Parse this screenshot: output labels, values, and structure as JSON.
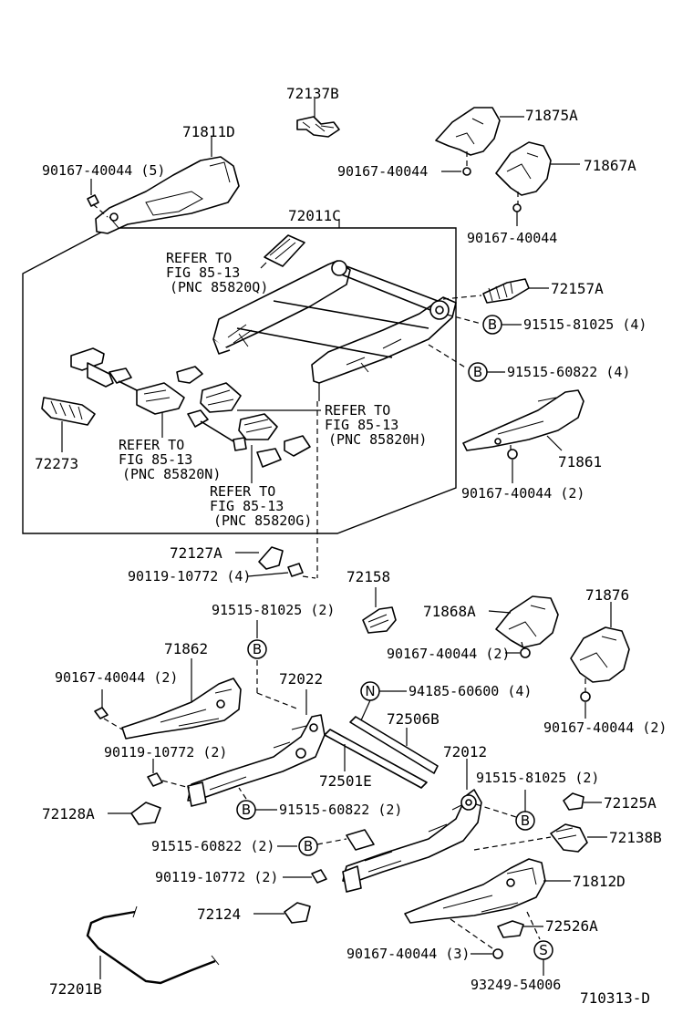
{
  "labels": {
    "p72137B": "72137B",
    "p71811D": "71811D",
    "p71875A": "71875A",
    "p71867A": "71867A",
    "b90167_5": "90167-40044 (5)",
    "b90167_a": "90167-40044",
    "b90167_b": "90167-40044",
    "p72011C": "72011C",
    "ref1_a": "REFER TO",
    "ref1_b": "FIG 85-13",
    "ref1_c": "(PNC 85820Q)",
    "p72157A": "72157A",
    "b91515_81025_4": "91515-81025 (4)",
    "b91515_60822_4": "91515-60822 (4)",
    "ref2_a": "REFER TO",
    "ref2_b": "FIG 85-13",
    "ref2_c": "(PNC 85820H)",
    "ref3_a": "REFER TO",
    "ref3_b": "FIG 85-13",
    "ref3_c": "(PNC 85820N)",
    "ref4_a": "REFER TO",
    "ref4_b": "FIG 85-13",
    "ref4_c": "(PNC 85820G)",
    "p72273": "72273",
    "p71861": "71861",
    "b90167_2a": "90167-40044 (2)",
    "p72127A": "72127A",
    "b90119_4": "90119-10772 (4)",
    "p72158": "72158",
    "b91515_81025_2a": "91515-81025 (2)",
    "p71868A": "71868A",
    "p71876": "71876",
    "p71862": "71862",
    "b90167_2b": "90167-40044 (2)",
    "b90167_2c": "90167-40044 (2)",
    "p72022": "72022",
    "b94185": "94185-60600 (4)",
    "p72506B": "72506B",
    "b90167_2d": "90167-40044 (2)",
    "b90119_2a": "90119-10772 (2)",
    "p72501E": "72501E",
    "p72012": "72012",
    "b91515_81025_2b": "91515-81025 (2)",
    "p72128A": "72128A",
    "b91515_60822_2a": "91515-60822 (2)",
    "p72125A": "72125A",
    "b91515_60822_2b": "91515-60822 (2)",
    "p72138B": "72138B",
    "b90119_2b": "90119-10772 (2)",
    "p71812D": "71812D",
    "p72124": "72124",
    "p72526A": "72526A",
    "b90167_3": "90167-40044 (3)",
    "p72201B": "72201B",
    "b93249": "93249-54006",
    "figno": "710313-D"
  },
  "markers": {
    "B": "B",
    "N": "N",
    "S": "S"
  }
}
